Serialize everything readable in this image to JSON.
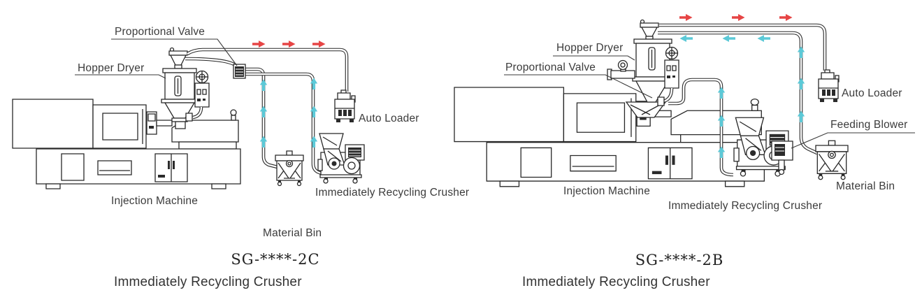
{
  "colors": {
    "line": "#282828",
    "label_text": "#3b3b3b",
    "outflow_arrow_red": "#e64545",
    "return_flow_arrow_cyan": "#5cc9d7"
  },
  "left_diagram": {
    "model_code": "SG-****-2C",
    "caption": "Immediately Recycling Crusher",
    "labels": {
      "proportional_valve": "Proportional Valve",
      "hopper_dryer": "Hopper Dryer",
      "injection_machine": "Injection Machine",
      "auto_loader": "Auto Loader",
      "crusher": "Immediately Recycling Crusher",
      "material_bin": "Material Bin"
    },
    "arrows": {
      "red_right_count": 3,
      "cyan_up_count": 6
    }
  },
  "right_diagram": {
    "model_code": "SG-****-2B",
    "caption": "Immediately Recycling Crusher",
    "labels": {
      "hopper_dryer": "Hopper Dryer",
      "proportional_valve": "Proportional Valve",
      "auto_loader": "Auto Loader",
      "feeding_blower": "Feeding Blower",
      "injection_machine": "Injection Machine",
      "crusher": "Immediately Recycling Crusher",
      "material_bin": "Material Bin"
    },
    "arrows": {
      "red_right_count": 3,
      "cyan_left_count": 3,
      "cyan_up_count": 6
    }
  }
}
